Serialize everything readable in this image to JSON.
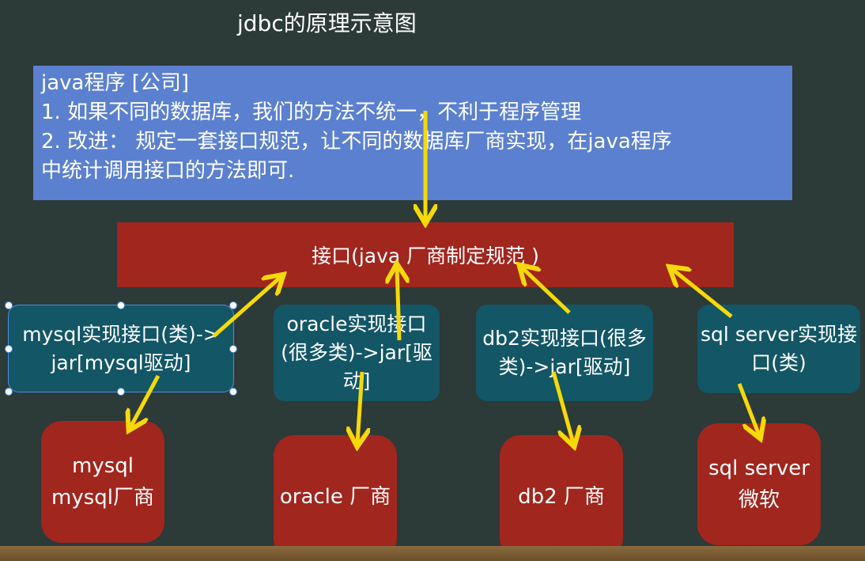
{
  "title": "jdbc的原理示意图",
  "note": {
    "lines": [
      "java程序 [公司]",
      "1. 如果不同的数据库，我们的方法不统一，不利于程序管理",
      "2. 改进： 规定一套接口规范，让不同的数据库厂商实现，在java程序",
      "中统计调用接口的方法即可."
    ]
  },
  "interface_label": "接口(java 厂商制定规范 )",
  "implementations": [
    "mysql实现接口(类)-> jar[mysql驱动]",
    "oracle实现接口(很多类)->jar[驱动]",
    "db2实现接口(很多类)->jar[驱动]",
    "sql server实现接口(类)"
  ],
  "vendors": [
    "mysql mysql厂商",
    "oracle 厂商",
    "db2 厂商",
    "sql server 微软"
  ],
  "colors": {
    "board": "#2c3a38",
    "note": "#5b80cf",
    "red": "#a1261e",
    "teal": "#135666",
    "arrow": "#f5d90a"
  }
}
